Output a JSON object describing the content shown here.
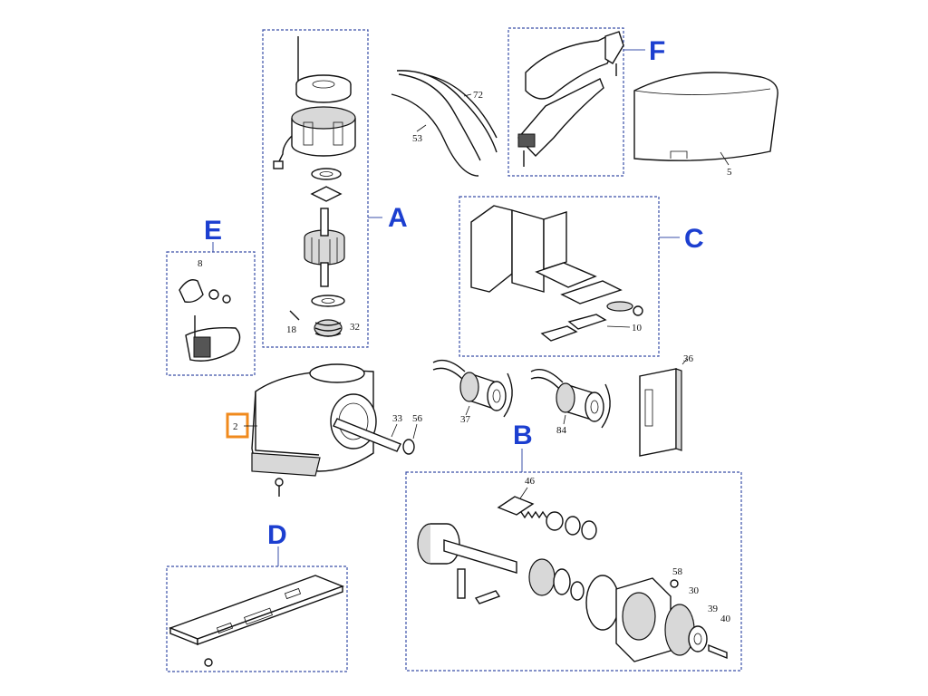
{
  "groups": {
    "A": "A",
    "B": "B",
    "C": "C",
    "D": "D",
    "E": "E",
    "F": "F"
  },
  "parts": {
    "p2": "2",
    "p5": "5",
    "p8": "8",
    "p10": "10",
    "p18": "18",
    "p30": "30",
    "p32": "32",
    "p33": "33",
    "p36": "36",
    "p37": "37",
    "p39": "39",
    "p40": "40",
    "p46": "46",
    "p53": "53",
    "p56": "56",
    "p58": "58",
    "p72": "72",
    "p84": "84"
  },
  "highlighted_part": "2",
  "colors": {
    "group_label": "#1c3fd0",
    "group_box": "#3a4fa8",
    "highlight": "#f08a1d"
  }
}
